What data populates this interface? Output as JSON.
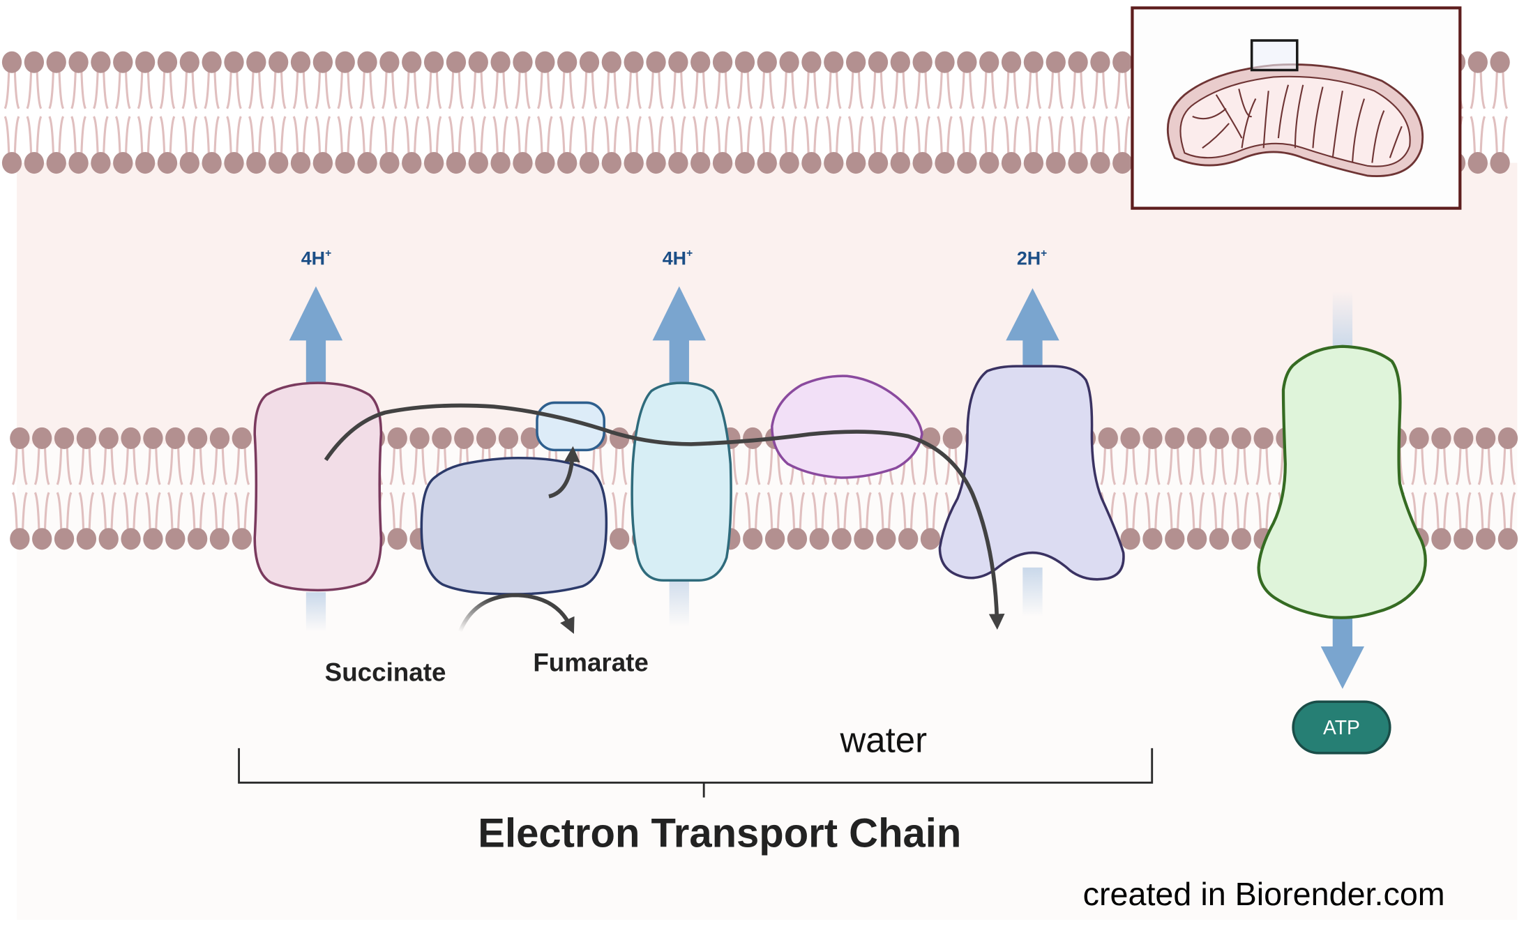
{
  "diagram": {
    "title": "Electron Transport Chain",
    "credit": "created in Biorender.com",
    "water_label": "water",
    "succinate_label": "Succinate",
    "fumarate_label": "Fumarate",
    "atp_label": "ATP",
    "proton_labels": [
      {
        "id": "complex-1",
        "text": "4H",
        "sup": "+"
      },
      {
        "id": "complex-3",
        "text": "4H",
        "sup": "+"
      },
      {
        "id": "complex-4",
        "text": "2H",
        "sup": "+"
      }
    ],
    "colors": {
      "lipid_head": "#b39090",
      "lipid_tail": "#e0bfbf",
      "intermembrane_space": "#fbf1ef",
      "matrix": "#fdfbfa",
      "proton_arrow": "#7aa5cf",
      "proton_text": "#1b4e86",
      "complex_1_fill": "#f2dde7",
      "complex_1_stroke": "#7a3a5e",
      "complex_2_fill": "#cfd4e8",
      "complex_2_stroke": "#2c3a6a",
      "coq_fill": "#ddecf8",
      "coq_stroke": "#2e5f8e",
      "complex_3_fill": "#d7eef5",
      "complex_3_stroke": "#2f6b7c",
      "cyt_c_fill": "#f2e0f7",
      "cyt_c_stroke": "#8a4a9e",
      "complex_4_fill": "#dcdcf2",
      "complex_4_stroke": "#3a3262",
      "atp_synthase_fill": "#dff4da",
      "atp_synthase_stroke": "#356b22",
      "atp_fill": "#267f74",
      "atp_stroke": "#1a4d48",
      "electron_path": "#424242",
      "inset_border": "#5e1e1e",
      "mito_fill": "#e9cccc",
      "mito_inner": "#fbecec",
      "mito_stroke": "#6e3434"
    }
  }
}
